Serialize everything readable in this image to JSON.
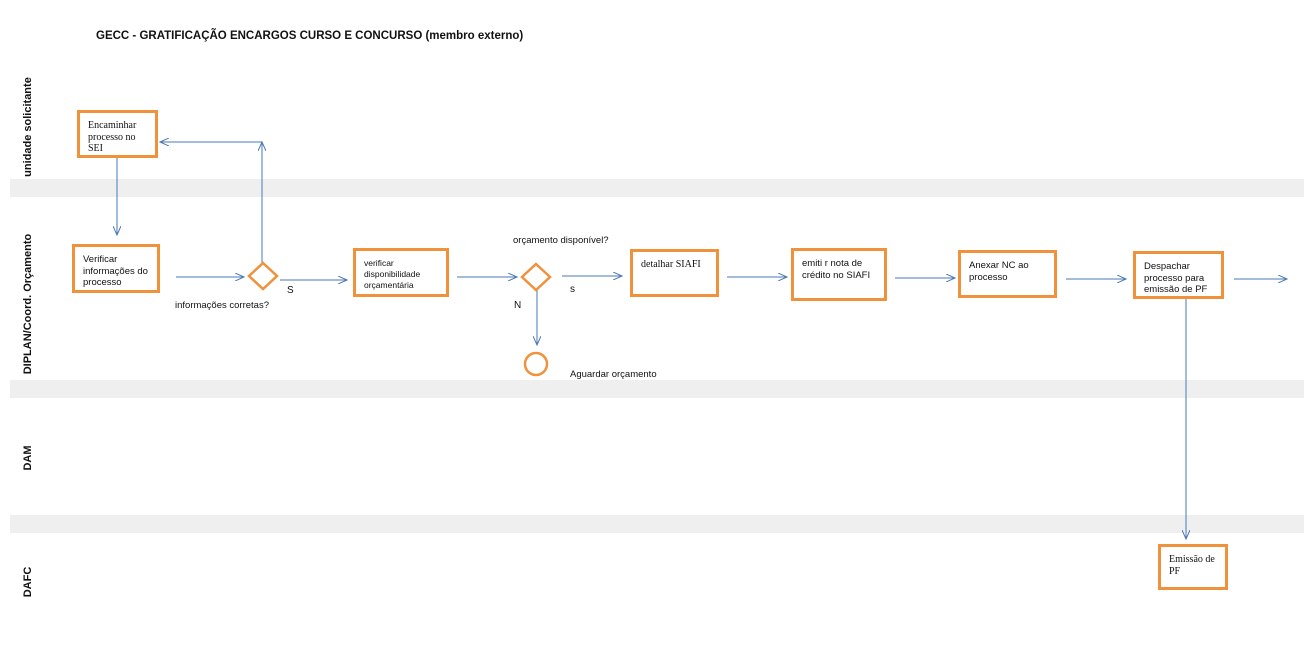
{
  "title": "GECC - GRATIFICAÇÃO ENCARGOS CURSO E CONCURSO (membro externo)",
  "lanes": [
    {
      "label": "unidade solicitante"
    },
    {
      "label": "DIPLAN/Coord. Orçamento"
    },
    {
      "label": "DAM"
    },
    {
      "label": "DAFC"
    }
  ],
  "nodes": {
    "encaminhar": "Encaminhar processo no SEI",
    "verificar_info": "Verificar informações do processo",
    "decision_info": "informações corretas?",
    "verificar_disp": "verificar disponibilidade orçamentária",
    "decision_orc": "orçamento disponível?",
    "aguardar": "Aguardar orçamento",
    "detalhar": "detalhar SIAFI",
    "emitir_nc": "emiti r nota de crédito no  SIAFI",
    "anexar_nc": "Anexar NC ao processo",
    "despachar": "Despachar processo para emissão de PF",
    "emissao_pf": "Emissão de PF"
  },
  "edge_labels": {
    "yes_1": "S",
    "no_2": "N",
    "yes_2": "s"
  },
  "colors": {
    "box_border": "#f0913c",
    "edge": "#4a78b5",
    "lane_band": "#efefef"
  }
}
